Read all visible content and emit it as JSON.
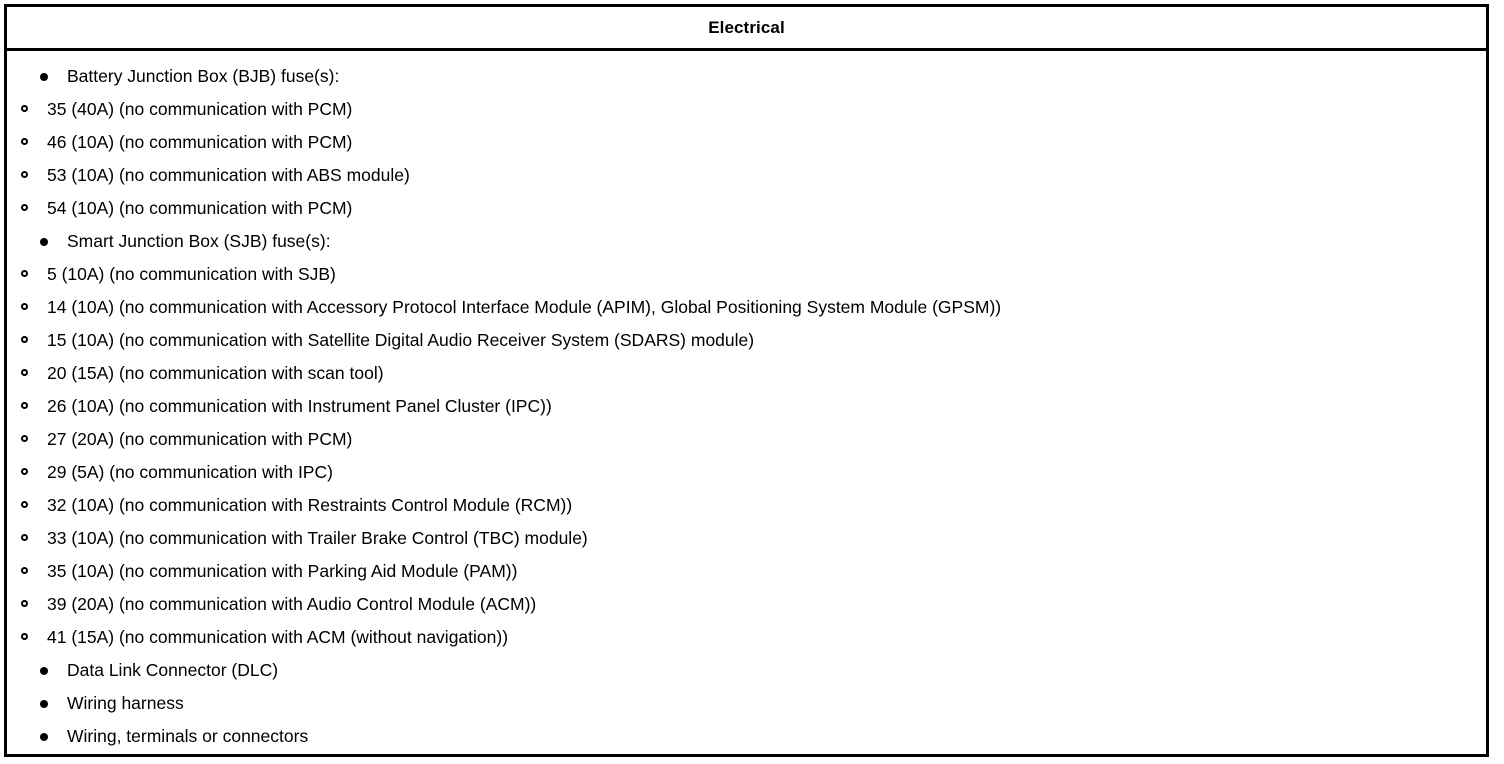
{
  "table": {
    "header": {
      "title": "Electrical"
    },
    "items": [
      {
        "label": "Battery Junction Box (BJB) fuse(s):",
        "bullet": "filled-disc-bullet-icon",
        "children": [
          {
            "label": "35 (40A) (no communication with PCM)",
            "bullet": "hollow-circle-bullet-icon"
          },
          {
            "label": "46 (10A) (no communication with PCM)",
            "bullet": "hollow-circle-bullet-icon"
          },
          {
            "label": "53 (10A) (no communication with ABS module)",
            "bullet": "hollow-circle-bullet-icon"
          },
          {
            "label": "54 (10A) (no communication with PCM)",
            "bullet": "hollow-circle-bullet-icon"
          }
        ]
      },
      {
        "label": "Smart Junction Box (SJB) fuse(s):",
        "bullet": "filled-disc-bullet-icon",
        "children": [
          {
            "label": "5 (10A) (no communication with SJB)",
            "bullet": "hollow-circle-bullet-icon"
          },
          {
            "label": "14 (10A) (no communication with Accessory Protocol Interface Module (APIM), Global Positioning System Module (GPSM))",
            "bullet": "hollow-circle-bullet-icon"
          },
          {
            "label": "15 (10A) (no communication with Satellite Digital Audio Receiver System (SDARS) module)",
            "bullet": "hollow-circle-bullet-icon"
          },
          {
            "label": "20 (15A) (no communication with scan tool)",
            "bullet": "hollow-circle-bullet-icon"
          },
          {
            "label": "26 (10A) (no communication with Instrument Panel Cluster (IPC))",
            "bullet": "hollow-circle-bullet-icon"
          },
          {
            "label": "27 (20A) (no communication with PCM)",
            "bullet": "hollow-circle-bullet-icon"
          },
          {
            "label": "29 (5A) (no communication with IPC)",
            "bullet": "hollow-circle-bullet-icon"
          },
          {
            "label": "32 (10A) (no communication with Restraints Control Module (RCM))",
            "bullet": "hollow-circle-bullet-icon"
          },
          {
            "label": "33 (10A) (no communication with Trailer Brake Control (TBC) module)",
            "bullet": "hollow-circle-bullet-icon"
          },
          {
            "label": "35 (10A) (no communication with Parking Aid Module (PAM))",
            "bullet": "hollow-circle-bullet-icon"
          },
          {
            "label": "39 (20A) (no communication with Audio Control Module (ACM))",
            "bullet": "hollow-circle-bullet-icon"
          },
          {
            "label": "41 (15A) (no communication with ACM (without navigation))",
            "bullet": "hollow-circle-bullet-icon"
          }
        ]
      },
      {
        "label": "Data Link Connector (DLC)",
        "bullet": "filled-disc-bullet-icon",
        "children": []
      },
      {
        "label": "Wiring harness",
        "bullet": "filled-disc-bullet-icon",
        "children": []
      },
      {
        "label": "Wiring, terminals or connectors",
        "bullet": "filled-disc-bullet-icon",
        "children": []
      }
    ]
  },
  "colors": {
    "border": "#000000",
    "text": "#000000",
    "background": "#ffffff"
  }
}
